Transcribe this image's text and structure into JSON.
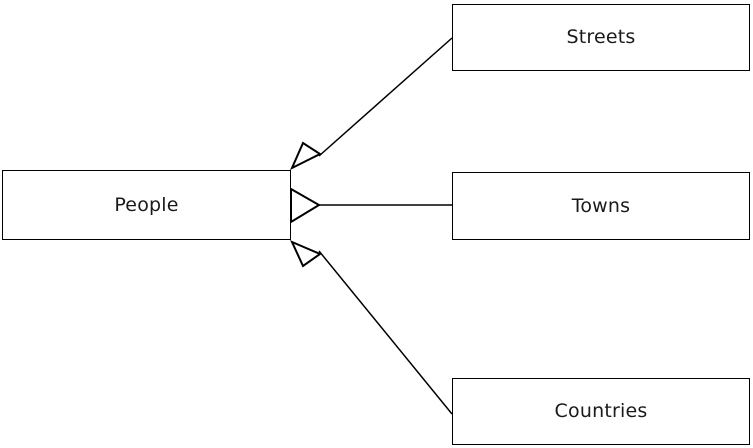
{
  "diagram": {
    "type": "entity-relationship-diagram",
    "background_color": "#ffffff",
    "line_color": "#000000",
    "text_color": "#1a1a1a",
    "entities": [
      {
        "id": "people",
        "label": "People"
      },
      {
        "id": "streets",
        "label": "Streets"
      },
      {
        "id": "towns",
        "label": "Towns"
      },
      {
        "id": "countries",
        "label": "Countries"
      }
    ],
    "relationships": [
      {
        "id": "people-streets",
        "from": "people",
        "to": "streets",
        "arrowhead": "open-triangle",
        "arrowhead_at": "people",
        "line_style": "diagonal-up"
      },
      {
        "id": "people-towns",
        "from": "people",
        "to": "towns",
        "arrowhead": "open-triangle",
        "arrowhead_at": "people",
        "line_style": "horizontal"
      },
      {
        "id": "people-countries",
        "from": "people",
        "to": "countries",
        "arrowhead": "open-triangle",
        "arrowhead_at": "people",
        "line_style": "diagonal-down"
      }
    ]
  }
}
